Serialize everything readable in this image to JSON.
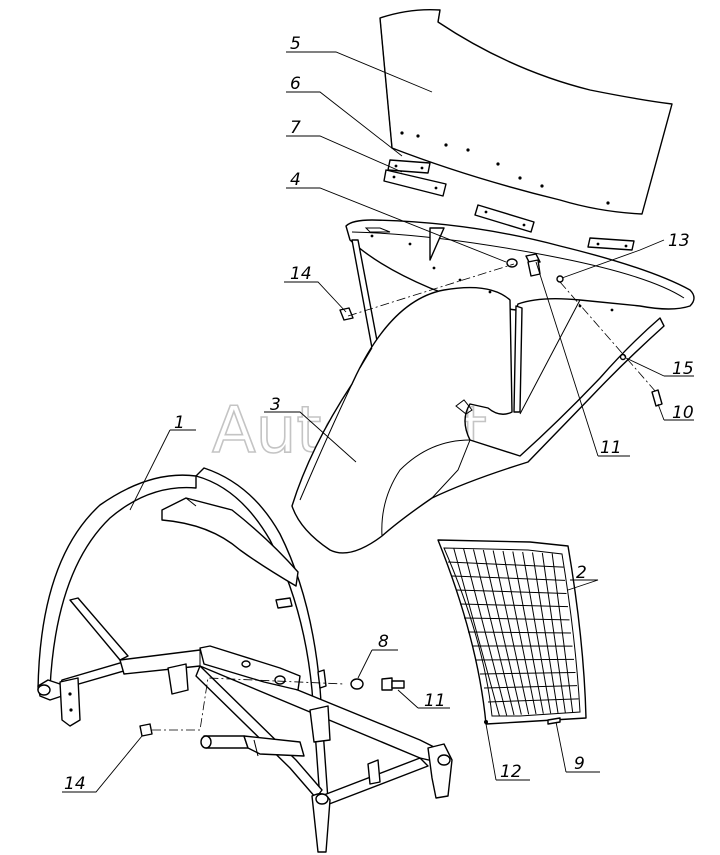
{
  "watermark": "AutoSoft",
  "callouts": {
    "c1": "1",
    "c2": "2",
    "c3": "3",
    "c4": "4",
    "c5": "5",
    "c6": "6",
    "c7": "7",
    "c8": "8",
    "c9": "9",
    "c10": "10",
    "c11a": "11",
    "c11b": "11",
    "c12": "12",
    "c13": "13",
    "c14a": "14",
    "c14b": "14",
    "c15": "15"
  }
}
